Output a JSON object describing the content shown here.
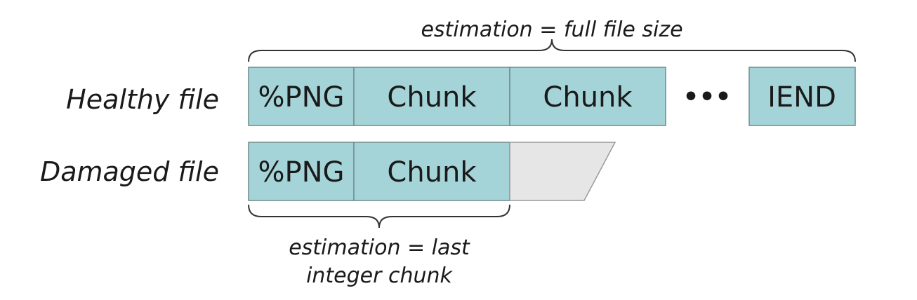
{
  "estimation_top": "estimation = full file size",
  "estimation_bottom": {
    "line1": "estimation = last",
    "line2": "integer chunk"
  },
  "healthy": {
    "label": "Healthy file",
    "blocks": [
      "%PNG",
      "Chunk",
      "Chunk",
      "IEND"
    ],
    "ellipsis": "•••"
  },
  "damaged": {
    "label": "Damaged file",
    "blocks": [
      "%PNG",
      "Chunk"
    ]
  },
  "colors": {
    "chunk_fill": "#a5d4d8",
    "missing_fill": "#e6e6e6"
  }
}
